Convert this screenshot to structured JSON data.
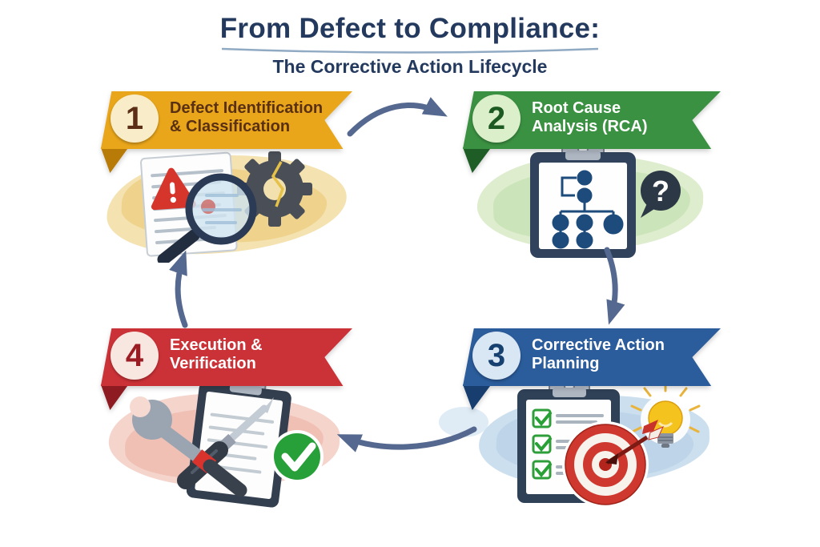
{
  "title": {
    "line1": "From Defect to Compliance:",
    "line2": "The Corrective Action Lifecycle"
  },
  "colors": {
    "title_text": "#24395E",
    "title_underline": "#7E9BB8",
    "arrow": "#55688F",
    "background": "#FFFFFF"
  },
  "steps": [
    {
      "number": "1",
      "label_line1": "Defect Identification",
      "label_line2": "& Classification",
      "banner_color": "#E9A61B",
      "banner_fold_color": "#B97B07",
      "circle_color": "#F8EDC8",
      "number_color": "#5C2E15",
      "text_color": "#5A3014",
      "brush_color": "#F0D896",
      "icons": [
        "document-icon",
        "warning-triangle-icon",
        "magnifier-icon",
        "broken-gear-icon"
      ]
    },
    {
      "number": "2",
      "label_line1": "Root Cause",
      "label_line2": "Analysis (RCA)",
      "banner_color": "#3B9142",
      "banner_fold_color": "#1F5D26",
      "circle_color": "#DCEFCB",
      "number_color": "#1C5A21",
      "text_color": "#FFFFFF",
      "brush_color": "#D4E8C2",
      "icons": [
        "clipboard-icon",
        "fault-tree-icon",
        "question-bubble-icon"
      ]
    },
    {
      "number": "3",
      "label_line1": "Corrective Action",
      "label_line2": "Planning",
      "banner_color": "#2B5C9B",
      "banner_fold_color": "#173E6E",
      "circle_color": "#D9E7F4",
      "number_color": "#16406F",
      "text_color": "#FFFFFF",
      "brush_color": "#C3D9EC",
      "icons": [
        "checklist-clipboard-icon",
        "lightbulb-icon",
        "target-arrow-icon"
      ]
    },
    {
      "number": "4",
      "label_line1": "Execution &",
      "label_line2": "Verification",
      "banner_color": "#CB3237",
      "banner_fold_color": "#8E1B22",
      "circle_color": "#F8E6E0",
      "number_color": "#9C1C24",
      "text_color": "#FFFFFF",
      "brush_color": "#F3C9BF",
      "icons": [
        "wrench-icon",
        "screwdriver-icon",
        "clipboard-icon",
        "check-circle-icon"
      ]
    }
  ],
  "arrows": [
    {
      "name": "arrow-step1-to-step2",
      "direction": "right"
    },
    {
      "name": "arrow-step2-to-step3",
      "direction": "down"
    },
    {
      "name": "arrow-step3-to-step4",
      "direction": "left"
    },
    {
      "name": "arrow-step4-to-step1",
      "direction": "up"
    }
  ],
  "question_mark": "?"
}
